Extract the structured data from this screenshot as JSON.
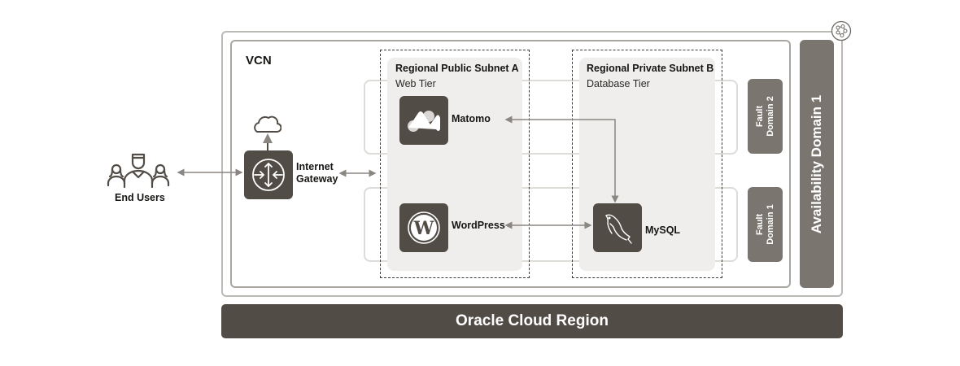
{
  "diagram": {
    "region_label": "Oracle Cloud Region",
    "availability_domain_label": "Availability Domain 1",
    "vcn_label": "VCN",
    "region_icon": "network-nodes-icon",
    "fault_domains": [
      {
        "label": "Fault\nDomain 2"
      },
      {
        "label": "Fault\nDomain 1"
      }
    ],
    "end_users": {
      "label": "End Users",
      "icon": "users-group-icon"
    },
    "internet_gateway": {
      "label_line1": "Internet",
      "label_line2": "Gateway",
      "icon": "gateway-router-icon",
      "cloud_icon": "cloud-icon"
    },
    "subnets": [
      {
        "title": "Regional Public Subnet A",
        "subtitle": "Web Tier"
      },
      {
        "title": "Regional Private Subnet B",
        "subtitle": "Database Tier"
      }
    ],
    "nodes": {
      "matomo": {
        "label": "Matomo",
        "icon": "matomo-icon"
      },
      "wordpress": {
        "label": "WordPress",
        "icon": "wordpress-icon"
      },
      "mysql": {
        "label": "MySQL",
        "icon": "mysql-dolphin-icon"
      }
    },
    "colors": {
      "dark_tile": "#524c47",
      "fault_domain": "#7b7570",
      "subnet_fill": "#efeeec",
      "connector": "#8a8682"
    }
  }
}
